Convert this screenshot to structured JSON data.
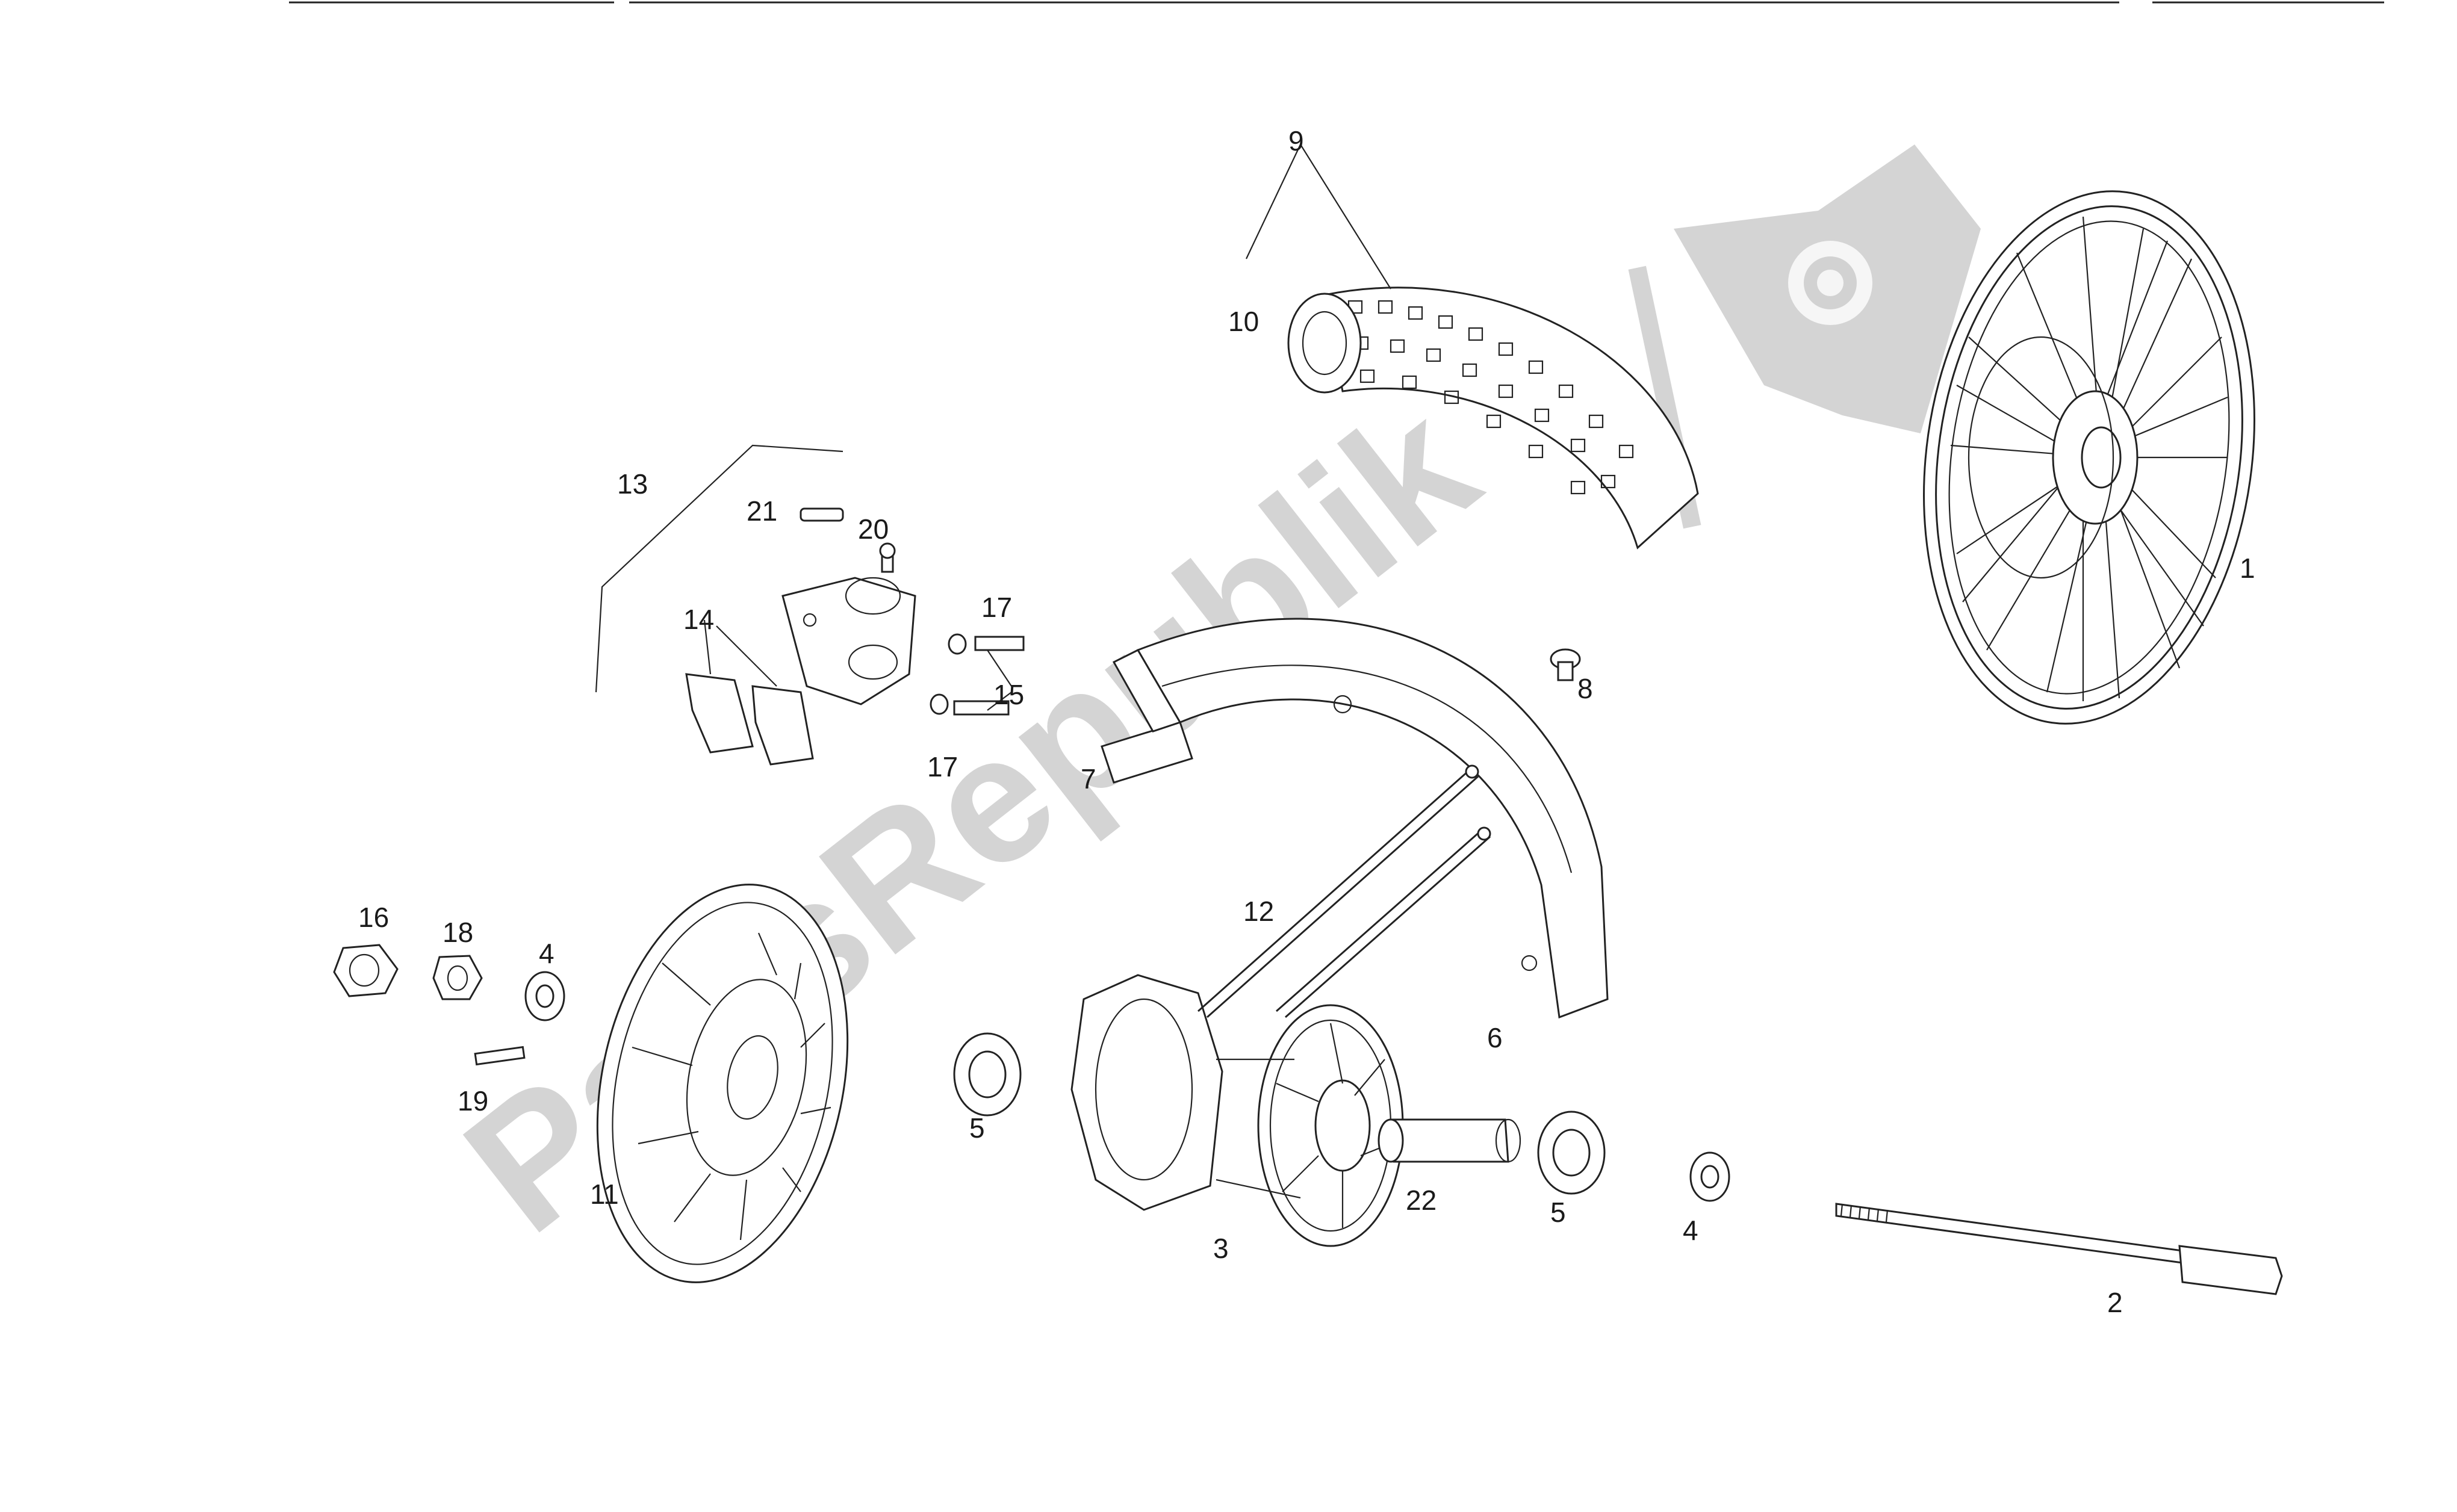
{
  "watermark": {
    "text": "PartsRepublik",
    "icon": "gear-flag-icon",
    "color": "#c8c8c8"
  },
  "parts": [
    {
      "id": "p1",
      "label": "1"
    },
    {
      "id": "p2",
      "label": "2"
    },
    {
      "id": "p3",
      "label": "3"
    },
    {
      "id": "p4a",
      "label": "4"
    },
    {
      "id": "p4b",
      "label": "4"
    },
    {
      "id": "p5a",
      "label": "5"
    },
    {
      "id": "p5b",
      "label": "5"
    },
    {
      "id": "p6",
      "label": "6"
    },
    {
      "id": "p7",
      "label": "7"
    },
    {
      "id": "p8",
      "label": "8"
    },
    {
      "id": "p9",
      "label": "9"
    },
    {
      "id": "p10",
      "label": "10"
    },
    {
      "id": "p11",
      "label": "11"
    },
    {
      "id": "p12",
      "label": "12"
    },
    {
      "id": "p13",
      "label": "13"
    },
    {
      "id": "p14",
      "label": "14"
    },
    {
      "id": "p15",
      "label": "15"
    },
    {
      "id": "p16",
      "label": "16"
    },
    {
      "id": "p17a",
      "label": "17"
    },
    {
      "id": "p17b",
      "label": "17"
    },
    {
      "id": "p18",
      "label": "18"
    },
    {
      "id": "p19",
      "label": "19"
    },
    {
      "id": "p20",
      "label": "20"
    },
    {
      "id": "p21",
      "label": "21"
    },
    {
      "id": "p22",
      "label": "22"
    }
  ]
}
